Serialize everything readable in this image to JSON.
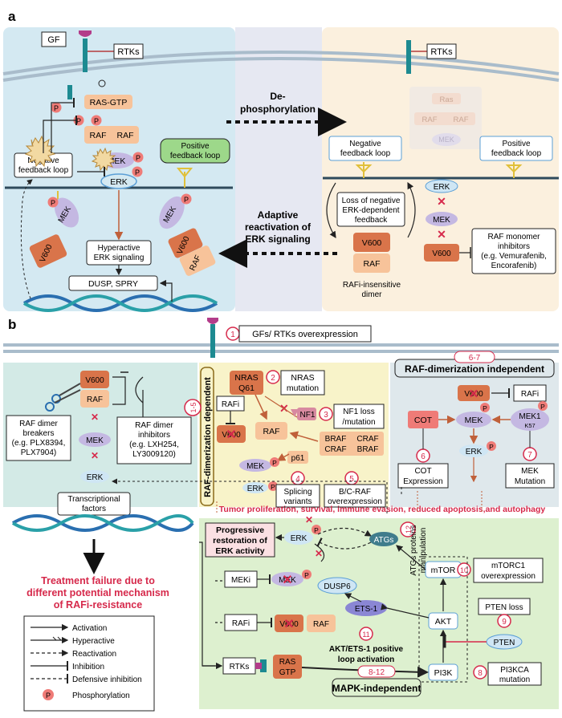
{
  "panel_a": {
    "label": "a",
    "gf": "GF",
    "rtks": "RTKs",
    "ras_gtp": "RAS-GTP",
    "raf": "RAF",
    "mek": "MEK",
    "erk": "ERK",
    "p": "P",
    "v600": "V600",
    "ras": "Ras",
    "negative_feedback": [
      "Negative",
      "feedback loop"
    ],
    "positive_feedback": [
      "Positive",
      "feedback loop"
    ],
    "hyperactive": [
      "Hyperactive",
      "ERK signaling"
    ],
    "dusp_spry": "DUSP, SPRY",
    "dephosphorylation": [
      "De-",
      "phosphorylation"
    ],
    "adaptive": [
      "Adaptive",
      "reactivation of",
      "ERK signaling"
    ],
    "loss_feedback": [
      "Loss of negative",
      "ERK-dependent",
      "feedback"
    ],
    "rafi_insensitive": [
      "RAFi-insensitive",
      "dimer"
    ],
    "monomer_inhibitors": [
      "RAF monomer",
      "inhibitors",
      "(e.g. Vemurafenib,",
      "Encorafenib)"
    ]
  },
  "panel_b": {
    "label": "b",
    "gfs_rtks": "GFs/ RTKs overexpression",
    "nras_q61": [
      "NRAS",
      "Q61"
    ],
    "nras_mutation": [
      "NRAS",
      "mutation"
    ],
    "rafi": "RAFi",
    "nf1": "NF1",
    "nf1_loss": [
      "NF1 loss",
      "/mutation"
    ],
    "p61": "p61",
    "braf": "BRAF",
    "craf": "CRAF",
    "splicing": [
      "Splicing",
      "variants"
    ],
    "bcraf": [
      "B/C-RAF",
      "overexpression"
    ],
    "dimerization_dependent": "RAF-dimerization dependent",
    "dependent_range": "1-5",
    "independent_title": "RAF-dimerization independent",
    "independent_range": "6-7",
    "cot": "COT",
    "cot_expression": [
      "COT",
      "Expression"
    ],
    "mek1": "MEK1",
    "k57": "K57",
    "mek_mutation": [
      "MEK",
      "Mutation"
    ],
    "dimer_breakers": [
      "RAF dimer",
      "breakers",
      "(e.g. PLX8394,",
      "PLX7904)"
    ],
    "dimer_inhibitors": [
      "RAF dimer",
      "inhibitors",
      "(e.g. LXH254,",
      "LY3009120)"
    ],
    "transcriptional": [
      "Transcriptional",
      "factors"
    ],
    "treatment_failure": [
      "Treatment failure due to",
      "different potential mechanism",
      "of  RAFi-resistance"
    ],
    "tumor_line": "Tumor  proliferation, survival, immune evasion, reduced apoptosis,and autophagy",
    "progressive": [
      "Progressive",
      "restoration of",
      "ERK activity"
    ],
    "atgs": "ATGs",
    "atgs_manip": [
      "ATGs proteins",
      "manipulation"
    ],
    "mtor": "mTOR",
    "mtorc1": [
      "mTORC1",
      "overexpression"
    ],
    "meki": "MEKi",
    "dusp6": "DUSP6",
    "ets1": "ETS-1",
    "akt": "AKT",
    "pten_loss": "PTEN loss",
    "pten": "PTEN",
    "akt_ets": [
      "AKT/ETS-1 positive",
      "loop activation"
    ],
    "rtks": "RTKs",
    "ras_gtp": [
      "RAS",
      "GTP"
    ],
    "pi3k": "PI3K",
    "pi3kca": [
      "PI3KCA",
      "mutation"
    ],
    "mapk_independent": "MAPK-independent",
    "mapk_range": "8-12",
    "n1": "1",
    "n2": "2",
    "n3": "3",
    "n4": "4",
    "n5": "5",
    "n6": "6",
    "n7": "7",
    "n8": "8",
    "n9": "9",
    "n10": "10",
    "n11": "11",
    "n12": "12"
  },
  "legend": {
    "activation": "Activation",
    "hyperactive": "Hyperactive",
    "reactivation": "Reactivation",
    "inhibition": "Inhibition",
    "defensive": "Defensive inhibition",
    "phosphorylation": "Phosphorylation"
  },
  "colors": {
    "panel_blue": "#d4e9f2",
    "panel_cream": "#fbf0de",
    "panel_center": "#e6e8f2",
    "panel_yellow": "#f8f3c9",
    "panel_teal": "#d3eae6",
    "panel_green": "#ddf0cf",
    "raf_orange": "#f7c39a",
    "v600_dark": "#d9744a",
    "mek_purple": "#c4b8e2",
    "p_red": "#ef7b77",
    "dna_blue": "#2a6fb0",
    "accent_red": "#d6294b"
  }
}
